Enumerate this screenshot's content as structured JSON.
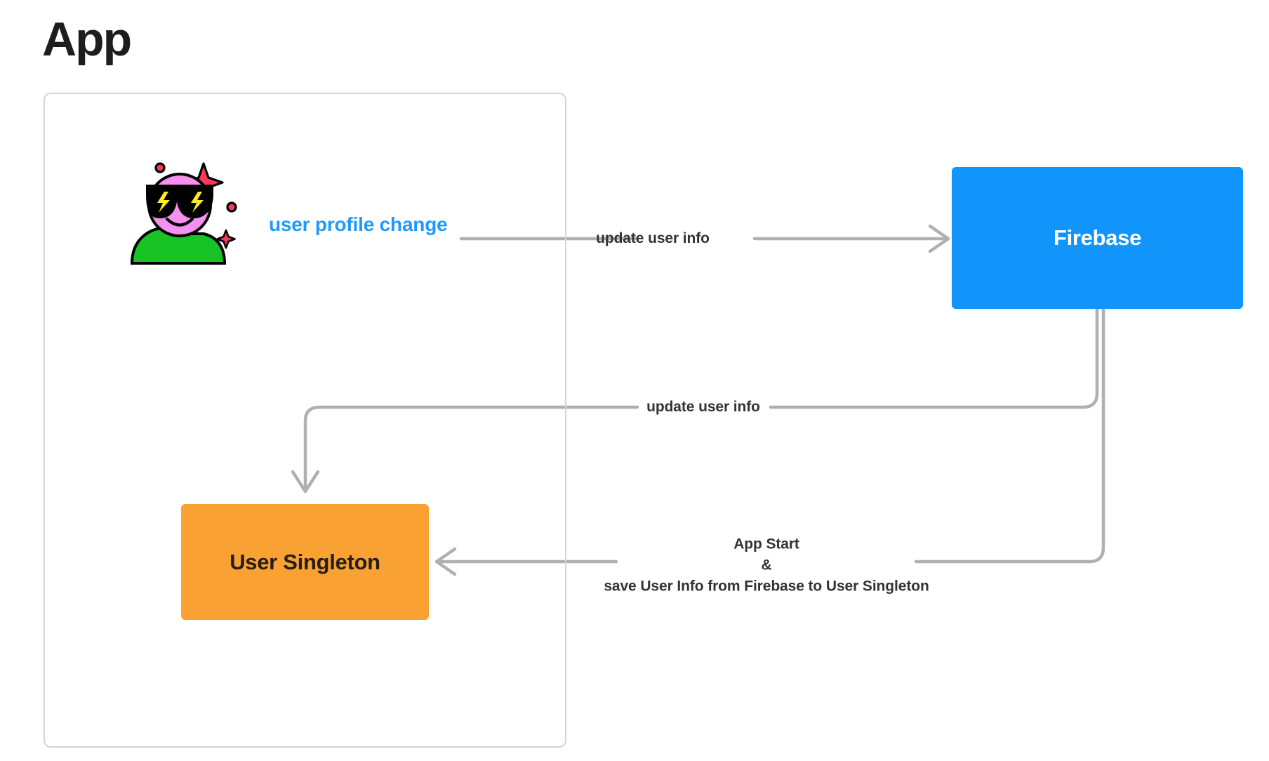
{
  "diagram": {
    "title": "App",
    "type": "flow-diagram",
    "colors": {
      "firebase_fill": "#1195fb",
      "singleton_fill": "#f9a132",
      "accent_blue_text": "#1e9afb",
      "edge_gray": "#b0b0b0",
      "container_border": "#d5d5d5",
      "dark_text": "#333333",
      "title_text": "#1d1d1d"
    },
    "container": {
      "label": "App"
    },
    "nodes": [
      {
        "id": "avatar",
        "label": "user-avatar",
        "kind": "illustration"
      },
      {
        "id": "firebase",
        "label": "Firebase",
        "kind": "box",
        "fill": "#1195fb",
        "text_color": "#ffffff"
      },
      {
        "id": "user-singleton",
        "label": "User Singleton",
        "kind": "box",
        "fill": "#f9a132",
        "text_color": "#231f17"
      }
    ],
    "edges": [
      {
        "id": "edge-profile-change",
        "from": "avatar",
        "to": "firebase",
        "source_label": "user profile change",
        "label": "update user info",
        "direction": "right"
      },
      {
        "id": "edge-firebase-to-singleton",
        "from": "firebase",
        "to": "user-singleton",
        "label": "update user info",
        "direction": "left-then-down"
      },
      {
        "id": "edge-app-start",
        "from": "firebase",
        "to": "user-singleton",
        "label_lines": [
          "App Start",
          "&",
          "save User Info from Firebase to User Singleton"
        ],
        "direction": "left"
      }
    ],
    "labels": {
      "user_profile_change": "user profile change",
      "update_user_info_top": "update user info",
      "update_user_info_mid": "update user info",
      "app_start_line1": "App Start",
      "app_start_line2": "&",
      "app_start_line3": "save User Info from Firebase to User Singleton"
    },
    "icons": {
      "avatar": "cool-face-sunglasses-avatar-icon"
    }
  }
}
